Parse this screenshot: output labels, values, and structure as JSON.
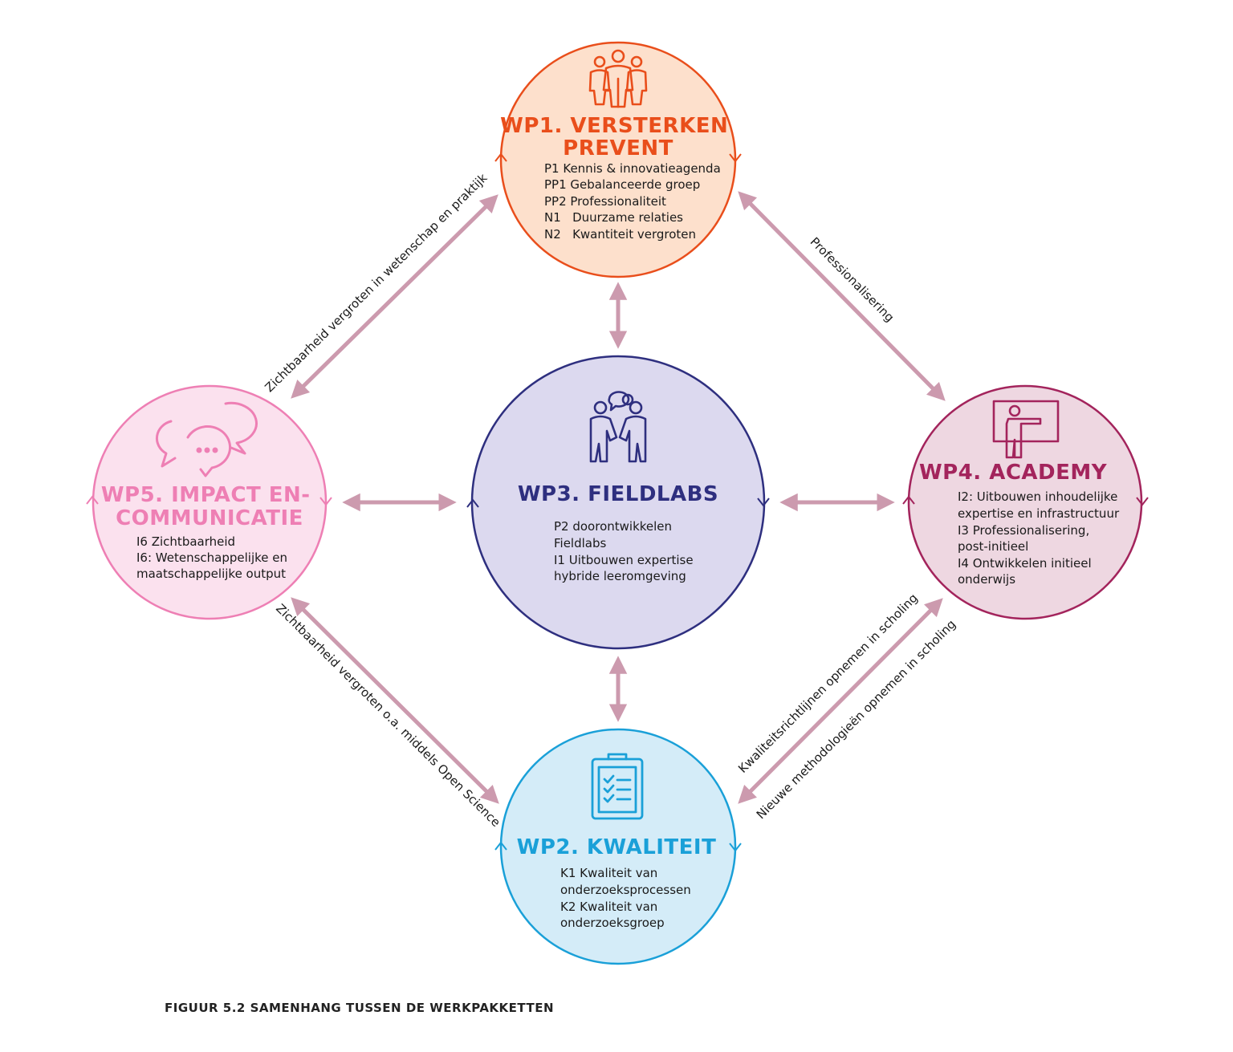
{
  "colors": {
    "wp1": "#e94e1b",
    "wp1_fill": "#fde0cc",
    "wp2": "#1aa0d8",
    "wp2_fill": "#d4ecf8",
    "wp3": "#2e2f7f",
    "wp3_fill": "#dcd9ef",
    "wp4": "#a3245c",
    "wp4_fill": "#eed7e1",
    "wp5": "#ee7fb4",
    "wp5_fill": "#fbe1ee",
    "connector": "#cc9aae"
  },
  "nodes": {
    "wp1": {
      "icon": "people-group-icon",
      "title_lines": [
        "WP1. VERSTERKEN",
        "PREVENT"
      ],
      "items": [
        "P1 Kennis & innovatieagenda",
        "PP1 Gebalanceerde groep",
        "PP2 Professionaliteit",
        "N1   Duurzame relaties",
        "N2   Kwantiteit vergroten"
      ]
    },
    "wp2": {
      "icon": "clipboard-checklist-icon",
      "title_lines": [
        "WP2. KWALITEIT"
      ],
      "items": [
        "K1 Kwaliteit van",
        "onderzoeksprocessen",
        "K2 Kwaliteit van",
        "onderzoeksgroep"
      ]
    },
    "wp3": {
      "icon": "handshake-people-icon",
      "title_lines": [
        "WP3. FIELDLABS"
      ],
      "items": [
        "P2 doorontwikkelen",
        "Fieldlabs",
        "I1 Uitbouwen expertise",
        "hybride leeromgeving"
      ]
    },
    "wp4": {
      "icon": "presenter-board-icon",
      "title_lines": [
        "WP4. ACADEMY"
      ],
      "items": [
        "I2: Uitbouwen inhoudelijke",
        "expertise en infrastructuur",
        "I3 Professionalisering,",
        "post-initieel",
        "I4 Ontwikkelen initieel",
        "onderwijs"
      ]
    },
    "wp5": {
      "icon": "speech-bubbles-icon",
      "title_lines": [
        "WP5. IMPACT EN-",
        "COMMUNICATIE"
      ],
      "items": [
        "I6 Zichtbaarheid",
        "I6: Wetenschappelijke en",
        "maatschappelijke output"
      ]
    }
  },
  "edges": {
    "wp5_wp1": "Zichtbaarheid vergroten in wetenschap en praktijk",
    "wp1_wp4": "Professionalisering",
    "wp5_wp2": "Zichtbaarheid vergroten o.a. middels Open Science",
    "wp2_wp4_a": "Kwaliteitsrichtlijnen opnemen in scholing",
    "wp2_wp4_b": "Nieuwe methodologieën opnemen in scholing"
  },
  "caption": "FIGUUR 5.2 SAMENHANG TUSSEN DE WERKPAKKETTEN"
}
